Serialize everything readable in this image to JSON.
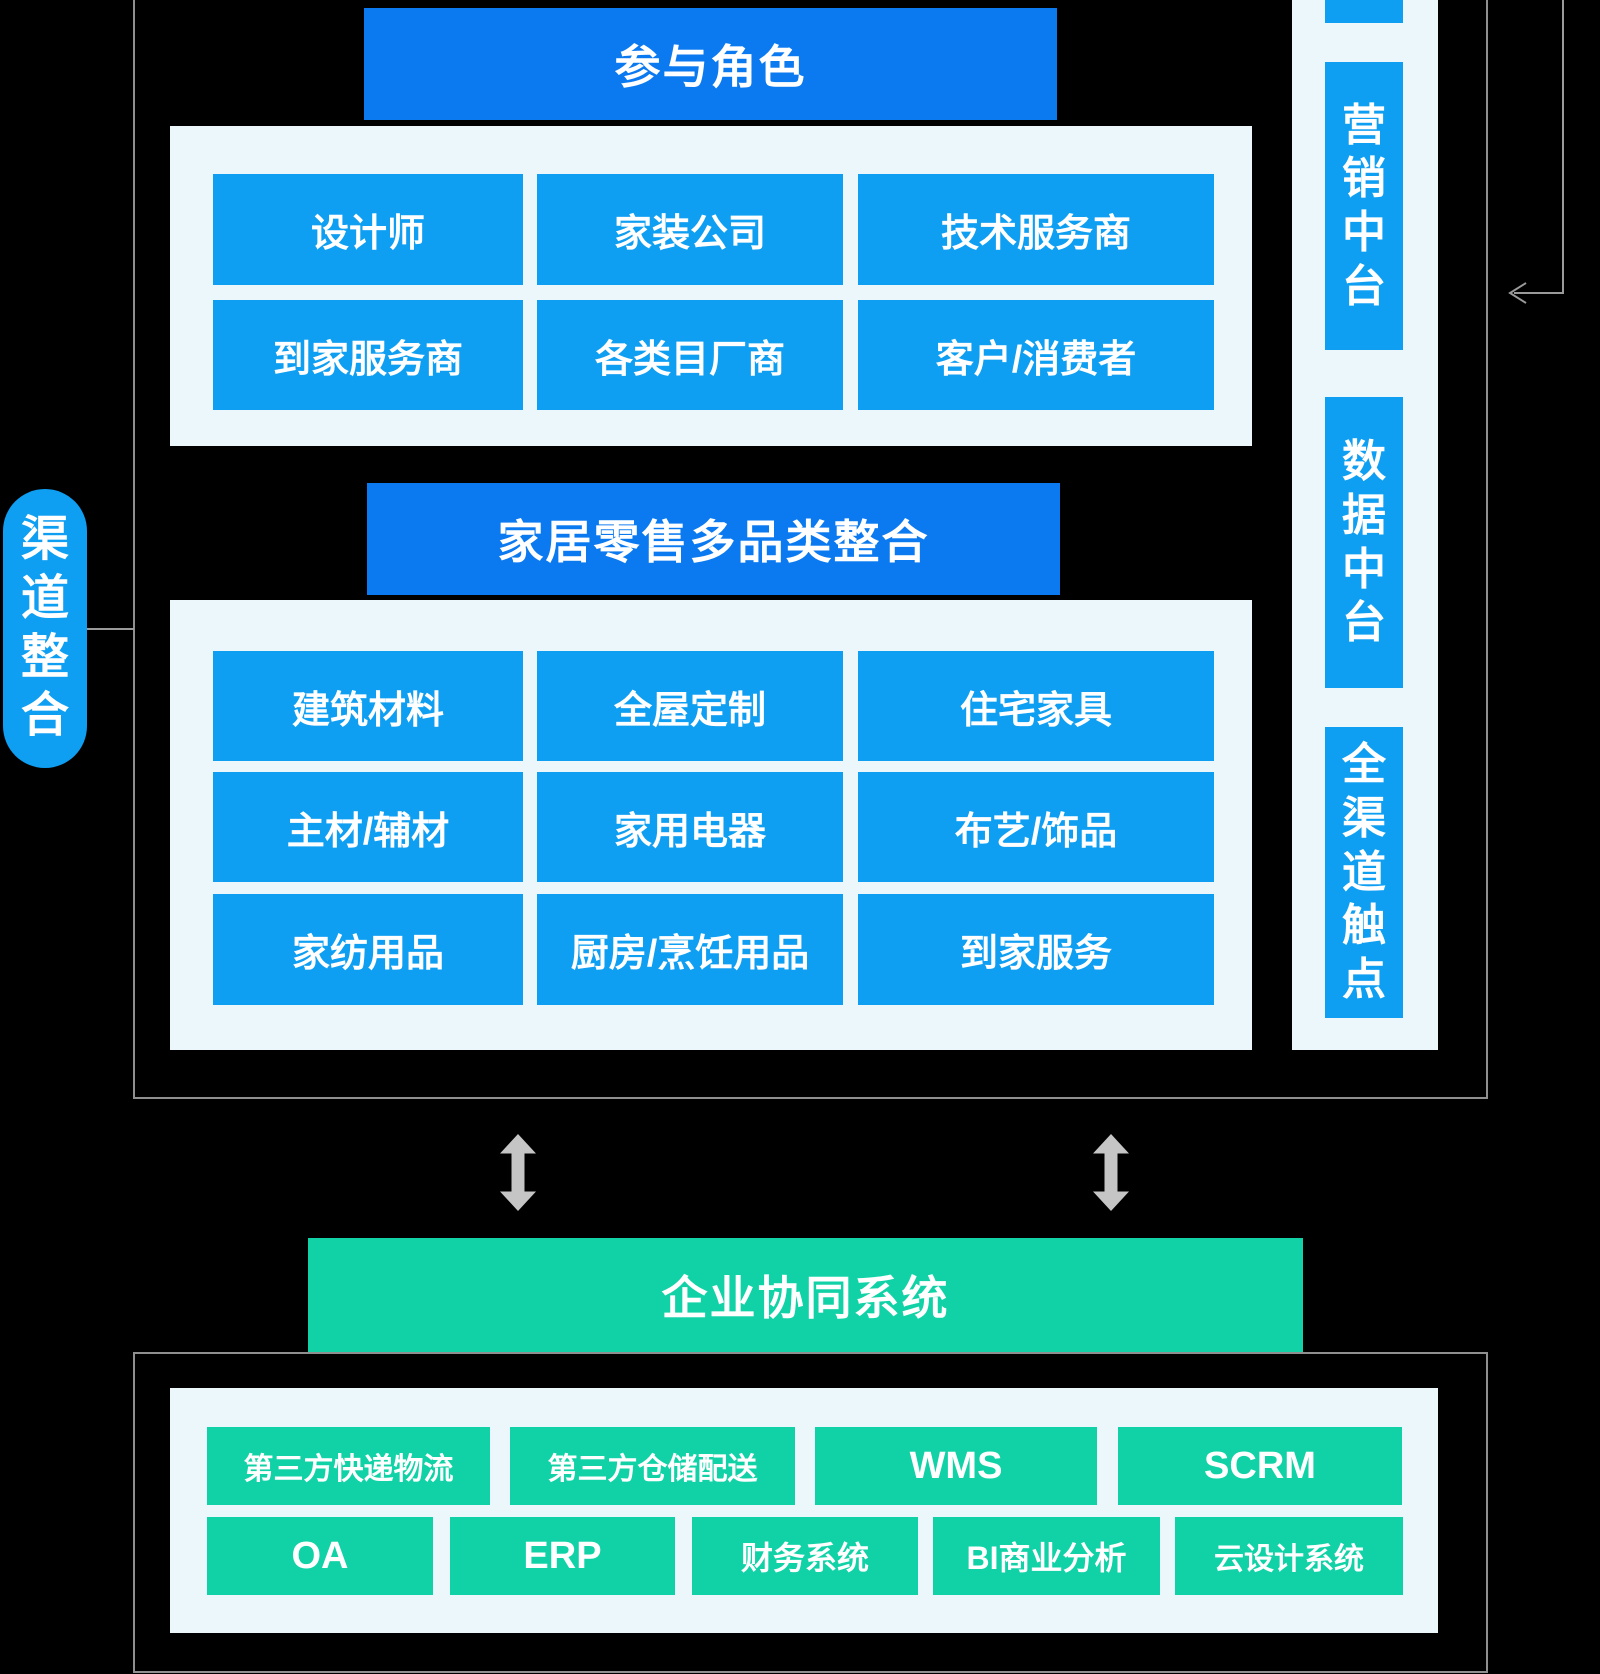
{
  "colors": {
    "header_blue": "#0b7af1",
    "box_blue": "#0e9ef2",
    "panel_bg": "#ecf7fb",
    "green": "#10d2a6",
    "line_gray": "#9a9a9a",
    "border_gray": "#8f8f8f",
    "arrow_gray": "#c5c5c5",
    "background": "#000000"
  },
  "pill": {
    "label": "渠道整合"
  },
  "roles": {
    "title": "参与角色",
    "items": [
      "设计师",
      "家装公司",
      "技术服务商",
      "到家服务商",
      "各类目厂商",
      "客户/消费者"
    ]
  },
  "retail": {
    "title": "家居零售多品类整合",
    "items": [
      "建筑材料",
      "全屋定制",
      "住宅家具",
      "主材/辅材",
      "家用电器",
      "布艺/饰品",
      "家纺用品",
      "厨房/烹饪用品",
      "到家服务"
    ]
  },
  "middle_platforms": {
    "items": [
      "营销中台",
      "数据中台",
      "全渠道触点"
    ]
  },
  "enterprise": {
    "title": "企业协同系统",
    "row1": [
      "第三方快递物流",
      "第三方仓储配送",
      "WMS",
      "SCRM"
    ],
    "row2": [
      "OA",
      "ERP",
      "财务系统",
      "BI商业分析",
      "云设计系统"
    ]
  }
}
